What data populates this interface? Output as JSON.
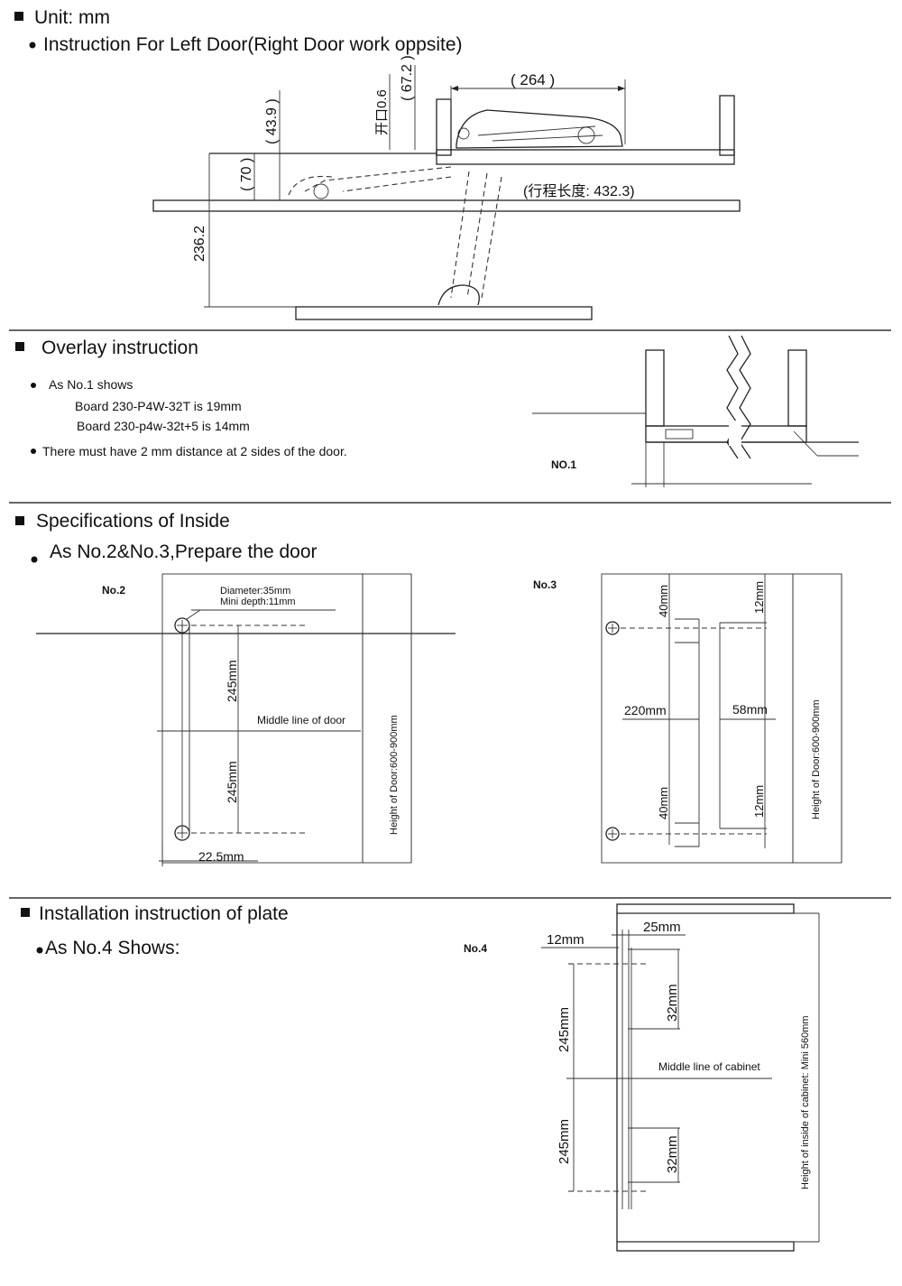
{
  "section1": {
    "heading": "Unit: mm",
    "bullet": "Instruction For Left Door(Right Door work oppsite)",
    "dims": {
      "d264": "( 264 )",
      "d67": "( 67.2 )",
      "d06": "开口0.6",
      "d439": "( 43.9 )",
      "d70": "( 70 )",
      "d2362": "236.2",
      "travel": "(行程长度: 432.3)"
    }
  },
  "section2": {
    "heading": "Overlay instruction",
    "item1": "As No.1 shows",
    "item1_line1": "Board 230-P4W-32T is 19mm",
    "item1_line2": "Board 230-p4w-32t+5 is 14mm",
    "item2": "There must have 2 mm distance at 2 sides of the door.",
    "figure_label": "NO.1"
  },
  "section3": {
    "heading": "Specifications of Inside",
    "bullet": "As No.2&No.3,Prepare the door",
    "no2": {
      "label": "No.2",
      "diameter": "Diameter:35mm",
      "depth": "Mini depth:11mm",
      "d245a": "245mm",
      "d245b": "245mm",
      "middle": "Middle line of door",
      "d225": "22.5mm",
      "height": "Height of Door:600-900mm"
    },
    "no3": {
      "label": "No.3",
      "d40a": "40mm",
      "d12a": "12mm",
      "d220": "220mm",
      "d58": "58mm",
      "d40b": "40mm",
      "d12b": "12mm",
      "height": "Height of Door:600-900mm"
    }
  },
  "section4": {
    "heading": "Installation instruction of plate",
    "bullet": "As No.4 Shows:",
    "no4": {
      "label": "No.4",
      "d12": "12mm",
      "d25": "25mm",
      "d32a": "32mm",
      "d245a": "245mm",
      "middle": "Middle line of cabinet",
      "d245b": "245mm",
      "d32b": "32mm",
      "height": "Height of inside of cabinet: Mini 560mm"
    }
  }
}
